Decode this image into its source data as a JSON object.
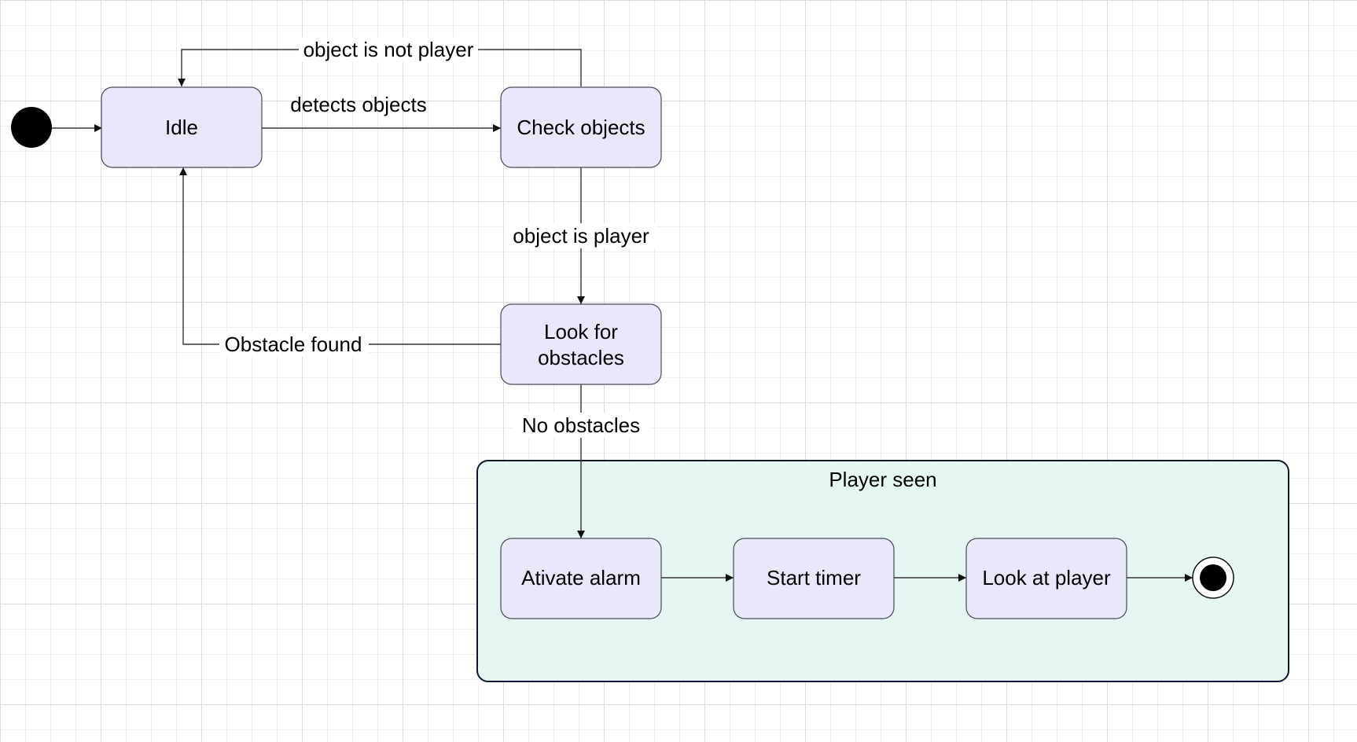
{
  "composite": {
    "title": "Player seen"
  },
  "states": {
    "idle": "Idle",
    "check_objects": "Check objects",
    "look_for_obstacles_line1": "Look for",
    "look_for_obstacles_line2": "obstacles",
    "activate_alarm": "Ativate alarm",
    "start_timer": "Start timer",
    "look_at_player": "Look at player"
  },
  "transitions": {
    "detects_objects": "detects objects",
    "object_is_not_player": "object is not player",
    "object_is_player": "object is player",
    "obstacle_found": "Obstacle found",
    "no_obstacles": "No obstacles"
  },
  "colors": {
    "state_fill": "#e8e8fa",
    "composite_fill": "#e6f6f2",
    "composite_border": "#101530",
    "edge": "#333333"
  }
}
